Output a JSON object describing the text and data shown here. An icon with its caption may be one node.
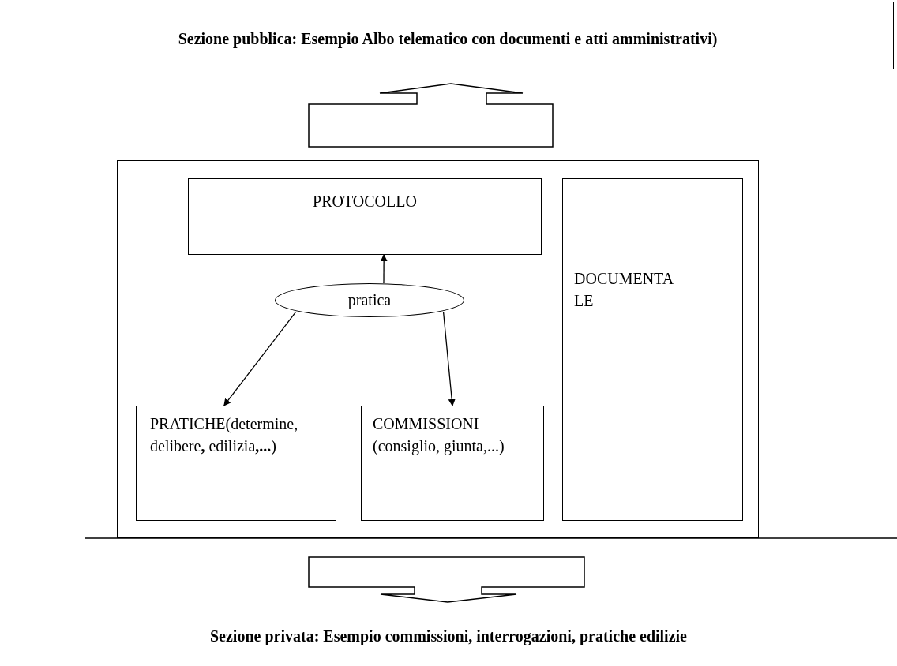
{
  "diagram": {
    "nodes": [
      {
        "text": [
          "Sezione pubblica: Esempio Albo telematico con documenti e atti amministrativi)"
        ]
      },
      {
        "text": [],
        "shape": "box"
      },
      {
        "text": [
          "PROTOCOLLO"
        ],
        "in": 1
      },
      {
        "text": [
          "pratica"
        ],
        "in": 1
      },
      {
        "text": [
          "PRATICHE(determine, delibere**,** edilizia**,...**)"
        ],
        "in": 1
      },
      {
        "text": [
          "COMMISSIONI (consiglio, giunta,...)"
        ],
        "in": 1
      },
      {
        "text": [
          "DOCUMENTALE"
        ],
        "in": 1
      },
      {
        "text": [
          "Sezione privata: Esempio commissioni, interrogazioni, pratiche edilizie"
        ]
      }
    ],
    "edges": [
      {
        "from": 1,
        "to": 0,
        "arrow": "to",
        "style": "thick"
      },
      {
        "from": 3,
        "to": 2,
        "arrow": "to"
      },
      {
        "from": 3,
        "to": 4,
        "arrow": "to"
      },
      {
        "from": 3,
        "to": 5,
        "arrow": "to"
      },
      {
        "from": 1,
        "to": 7,
        "arrow": "to",
        "style": "thick"
      }
    ]
  }
}
